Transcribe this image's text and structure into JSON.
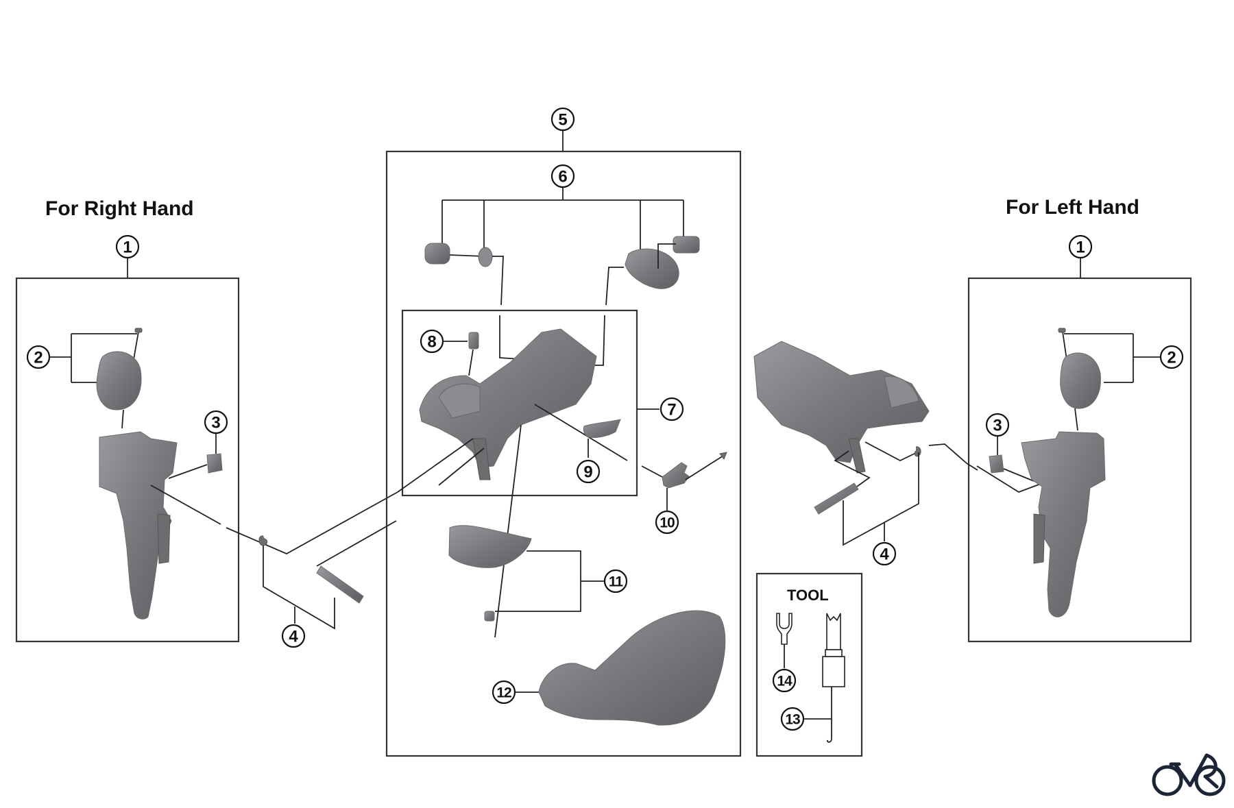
{
  "diagram": {
    "groups": {
      "right_hand": {
        "title": "For Right Hand"
      },
      "left_hand": {
        "title": "For Left Hand"
      },
      "tool": {
        "title": "TOOL"
      }
    },
    "callouts": {
      "right_1": "1",
      "right_2": "2",
      "right_3": "3",
      "right_4": "4",
      "center_5": "5",
      "center_6": "6",
      "center_7": "7",
      "center_8": "8",
      "center_9": "9",
      "center_10": "10",
      "center_11": "11",
      "center_12": "12",
      "tool_13": "13",
      "tool_14": "14",
      "left_1": "1",
      "left_2": "2",
      "left_3": "3",
      "left_4": "4"
    },
    "colors": {
      "part_gray": "#7a7a7e",
      "line": "#222222",
      "logo": "#1c2536"
    },
    "logo": {
      "icon": "bicycle-logo-icon"
    }
  }
}
